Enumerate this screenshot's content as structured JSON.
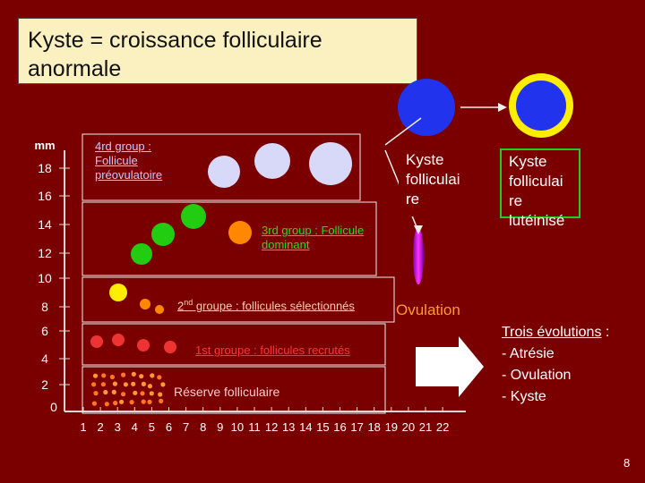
{
  "title": "Kyste = croissance folliculaire anormale",
  "y_axis": {
    "unit": "mm",
    "ticks": [
      "18",
      "16",
      "14",
      "12",
      "10",
      "8",
      "6",
      "4",
      "2",
      "0"
    ]
  },
  "x_axis": {
    "ticks": [
      "1",
      "2",
      "3",
      "4",
      "5",
      "6",
      "7",
      "8",
      "9",
      "10",
      "11",
      "12",
      "13",
      "14",
      "15",
      "16",
      "17",
      "18",
      "19",
      "20",
      "21",
      "22"
    ]
  },
  "labels": {
    "group4": "4rd group : Follicule préovulatoire",
    "group3": "3rd group : Follicule dominant",
    "group2_prefix": "2",
    "group2_sup": "nd",
    "group2_rest": " groupe : follicules sélectionnés",
    "group1": "1st groupe : follicules recrutés",
    "reserve": "Réserve folliculaire",
    "ovulation": "Ovulation",
    "kyste": "Kyste folliculai re",
    "kyste_luteinise": "Kyste folliculai re lutéinisé"
  },
  "evolutions": {
    "heading": "Trois évolutions",
    "colon": " :",
    "items": [
      "- Atrésie",
      "- Ovulation",
      "- Kyste"
    ]
  },
  "page_number": "8",
  "colors": {
    "background": "#7a0000",
    "title_bg": "#fbf0c0",
    "lavender_follicle": "#d8d8f8",
    "green_follicle": "#22cc11",
    "orange_follicle": "#ff8800",
    "yellow_follicle": "#ffee00",
    "red_follicle": "#ee3333",
    "kyste_blue": "#2233ee",
    "magenta": "#cc00cc",
    "label_green": "#22dd22",
    "label_red": "#ff3333",
    "label_lavender": "#c8c8ff",
    "ovulation_orange": "#ff9933"
  }
}
